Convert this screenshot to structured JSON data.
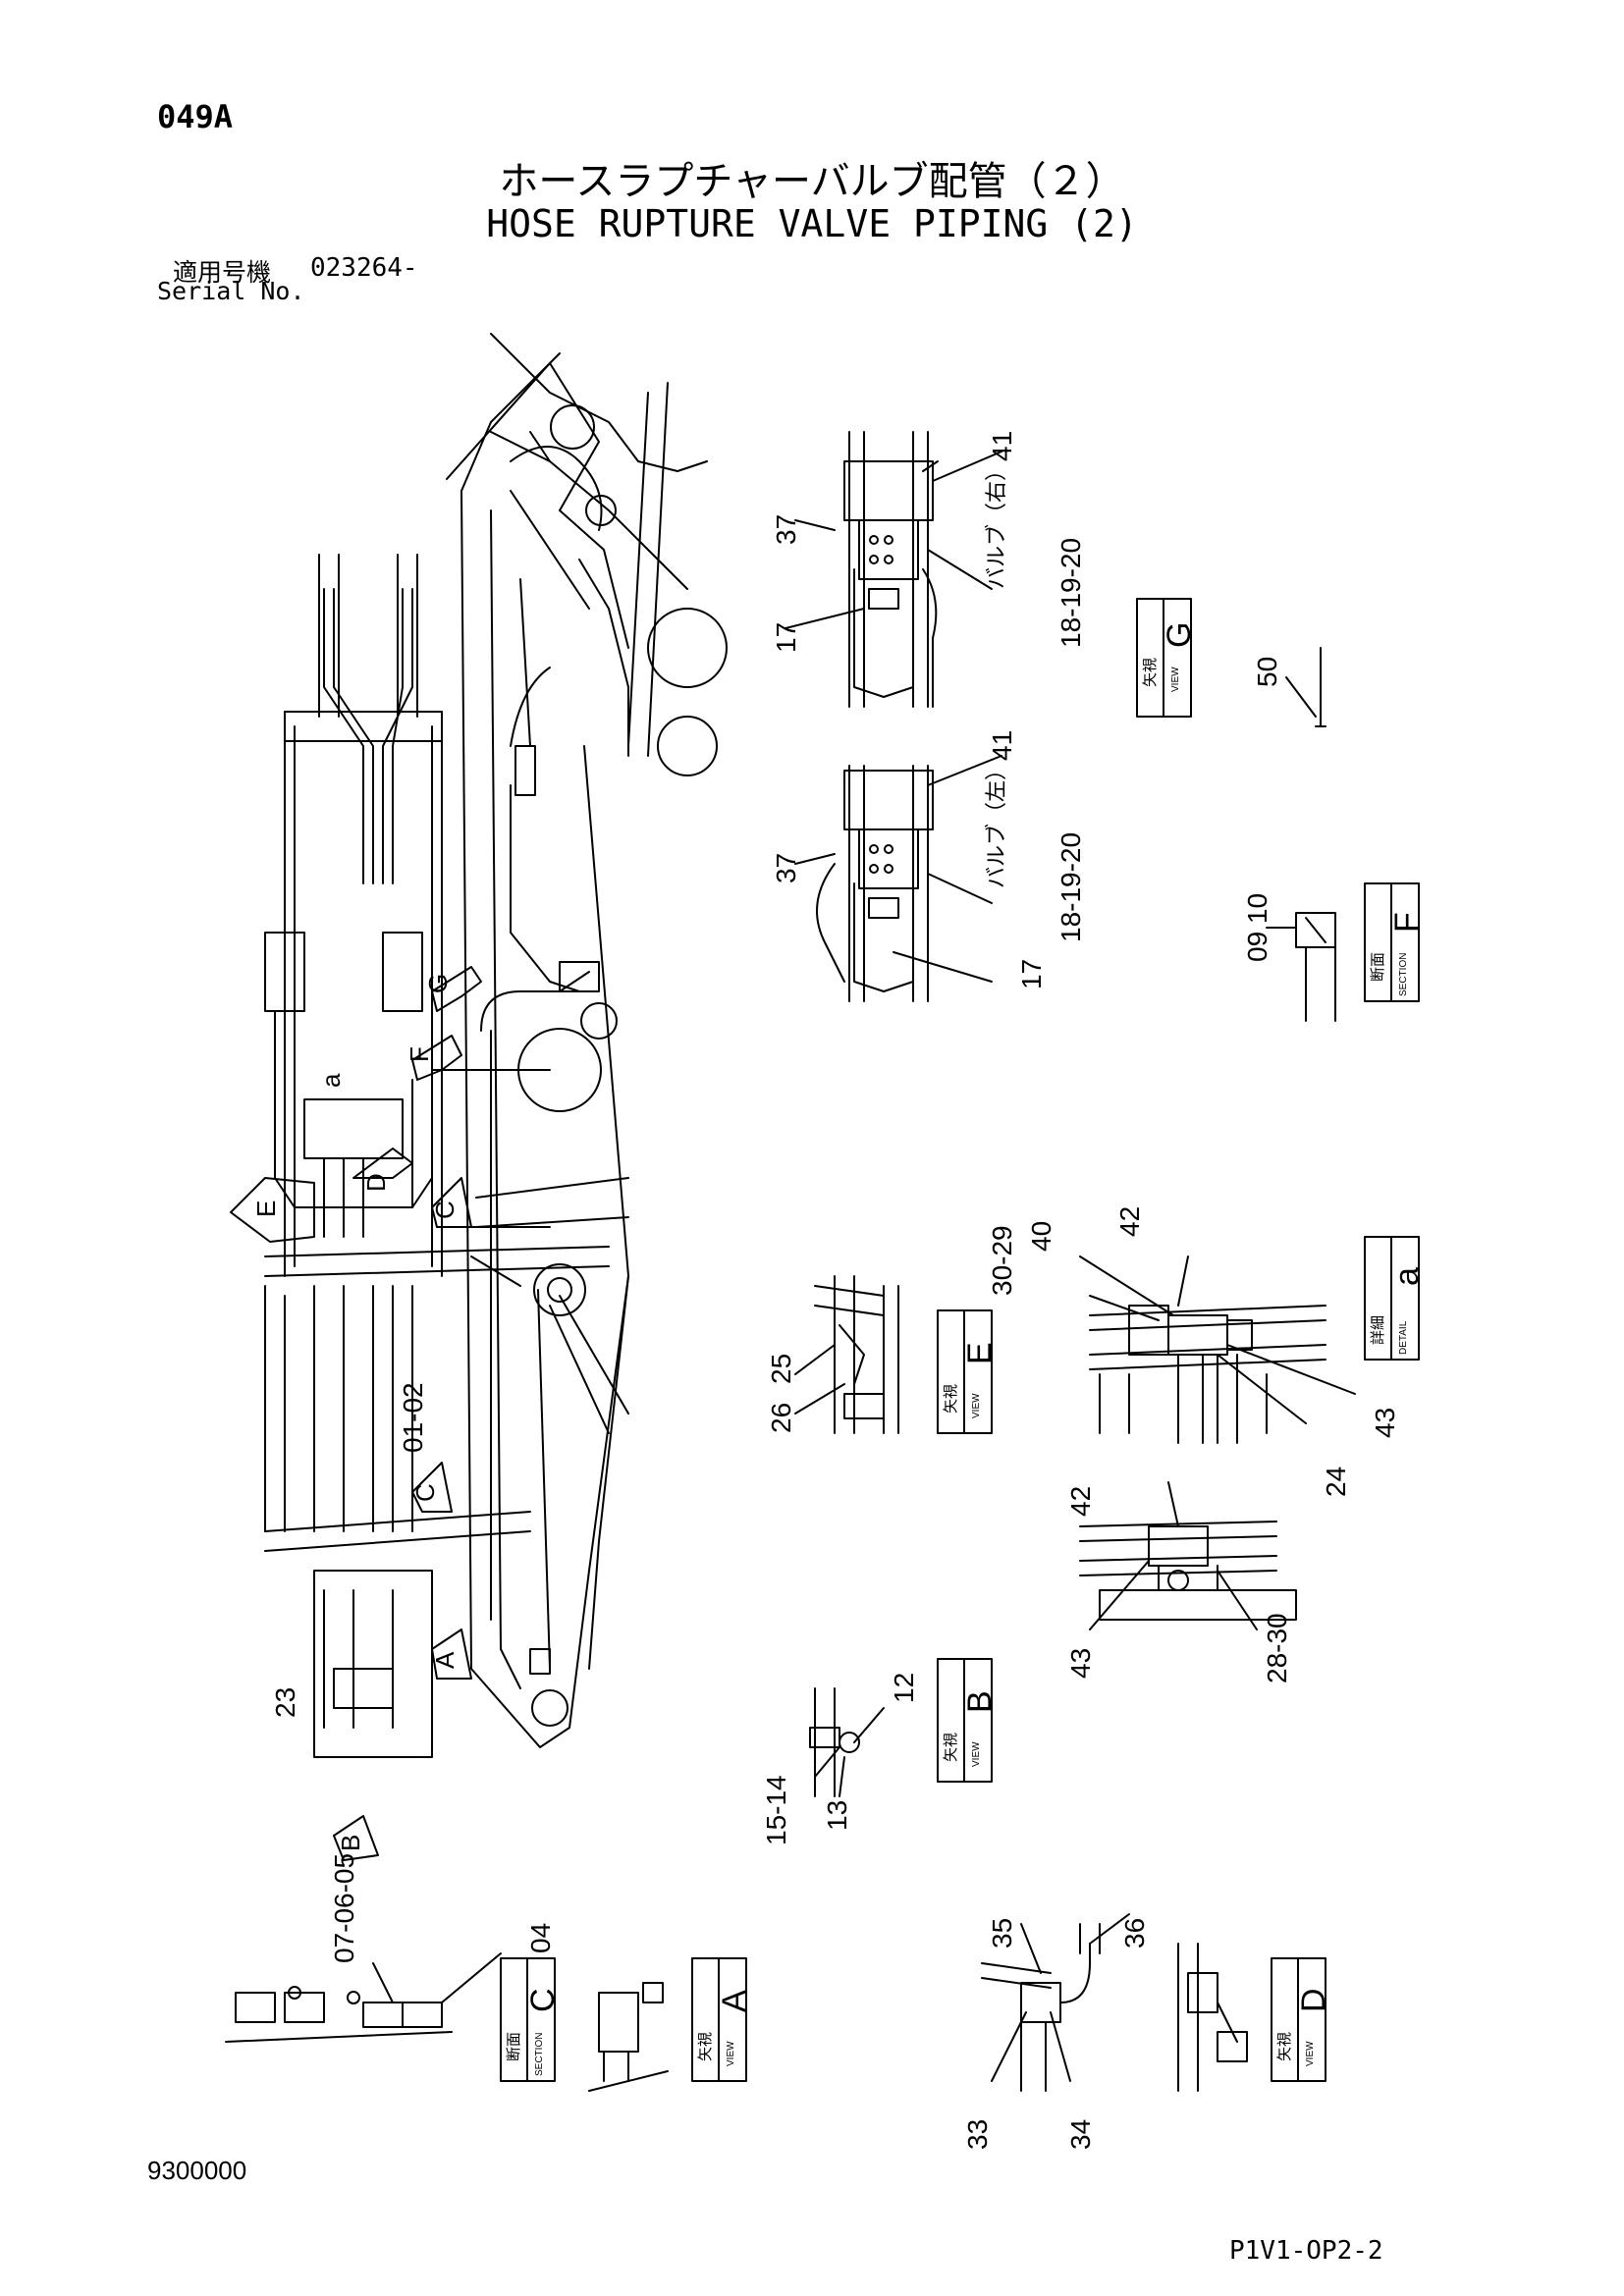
{
  "header": {
    "page_code": "049A",
    "title_jp": "ホースラプチャーバルブ配管（２）",
    "title_en": "HOSE RUPTURE VALVE PIPING (2)",
    "serial_label_jp": "適用号機",
    "serial_number": "023264-",
    "serial_label_en": "Serial No."
  },
  "footer": {
    "left_code": "9300000",
    "drawing_code": "P1V1-OP2-2"
  },
  "view_boxes": {
    "g": {
      "kanji": "矢視",
      "en": "VIEW",
      "letter": "G"
    },
    "f": {
      "kanji": "断面",
      "en": "SECTION",
      "letter": "F"
    },
    "a_detail": {
      "kanji": "詳細",
      "en": "DETAIL",
      "letter": "a"
    },
    "e": {
      "kanji": "矢視",
      "en": "VIEW",
      "letter": "E"
    },
    "b": {
      "kanji": "矢視",
      "en": "VIEW",
      "letter": "B"
    },
    "c": {
      "kanji": "断面",
      "en": "SECTION",
      "letter": "C"
    },
    "a_view": {
      "kanji": "矢視",
      "en": "VIEW",
      "letter": "A"
    },
    "d": {
      "kanji": "矢視",
      "en": "VIEW",
      "letter": "D"
    }
  },
  "valve_notes": {
    "right": "バルブ（右）",
    "left": "バルブ（左）"
  },
  "arrows": {
    "g": "G",
    "f": "F",
    "e": "E",
    "d": "D",
    "c_upper": "C",
    "c_lower": "C",
    "a": "A",
    "b": "B",
    "detail_a": "a"
  },
  "part_labels": {
    "v01_02": "01-02",
    "v23": "23",
    "g41": "41",
    "g37": "37",
    "g17": "17",
    "g18_20": "18-19-20",
    "p50": "50",
    "l41": "41",
    "l37": "37",
    "l18_20": "18-19-20",
    "l17": "17",
    "f09_10": "09 10",
    "d42_top": "42",
    "d40": "40",
    "d30_29": "30-29",
    "d43": "43",
    "d24": "24",
    "e25": "25",
    "e26": "26",
    "d42_lower": "42",
    "d43_lower": "43",
    "d28_30": "28-30",
    "b12": "12",
    "b13": "13",
    "b15_14": "15-14",
    "c07_05": "07-06-05",
    "c04": "04",
    "d35": "35",
    "d36": "36",
    "d33": "33",
    "d34": "34"
  }
}
